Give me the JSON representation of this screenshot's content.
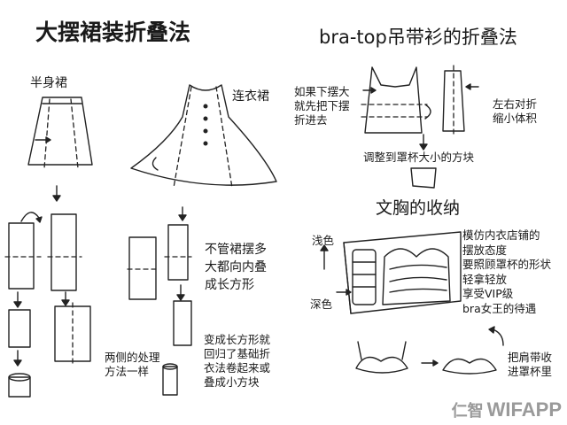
{
  "titles": {
    "left": "大摆裙装折叠法",
    "right": "bra-top吊带衫的折叠法",
    "bra": "文胸的收纳"
  },
  "labels": {
    "half_skirt": "半身裙",
    "dress": "连衣裙",
    "hem_fold": [
      "不管裙摆多",
      "大都向内叠",
      "成长方形"
    ],
    "sides": [
      "两侧的处理",
      "方法一样"
    ],
    "roll": [
      "变成长方形就",
      "回归了基础折",
      "衣法卷起来或",
      "叠成小方块"
    ],
    "top_hem": [
      "如果下摆大",
      "就先把下摆",
      "折进去"
    ],
    "top_side": [
      "左右对折",
      "缩小体积"
    ],
    "top_cup": "调整到罩杯大小的方块",
    "light": "浅色",
    "dark": "深色",
    "store": [
      "模仿内衣店铺的",
      "摆放态度",
      "要照顾罩杯的形状",
      "轻拿轻放",
      "享受VIP级",
      "bra女王的待遇"
    ],
    "strap": [
      "把肩带收",
      "进罩杯里"
    ]
  },
  "watermark": {
    "prefix": "仁智",
    "brand": "WIFAPP"
  },
  "icons": [
    "arrow-down-icon",
    "arrow-up-icon",
    "arrow-right-icon",
    "arrow-left-icon",
    "curved-arrow-icon"
  ]
}
